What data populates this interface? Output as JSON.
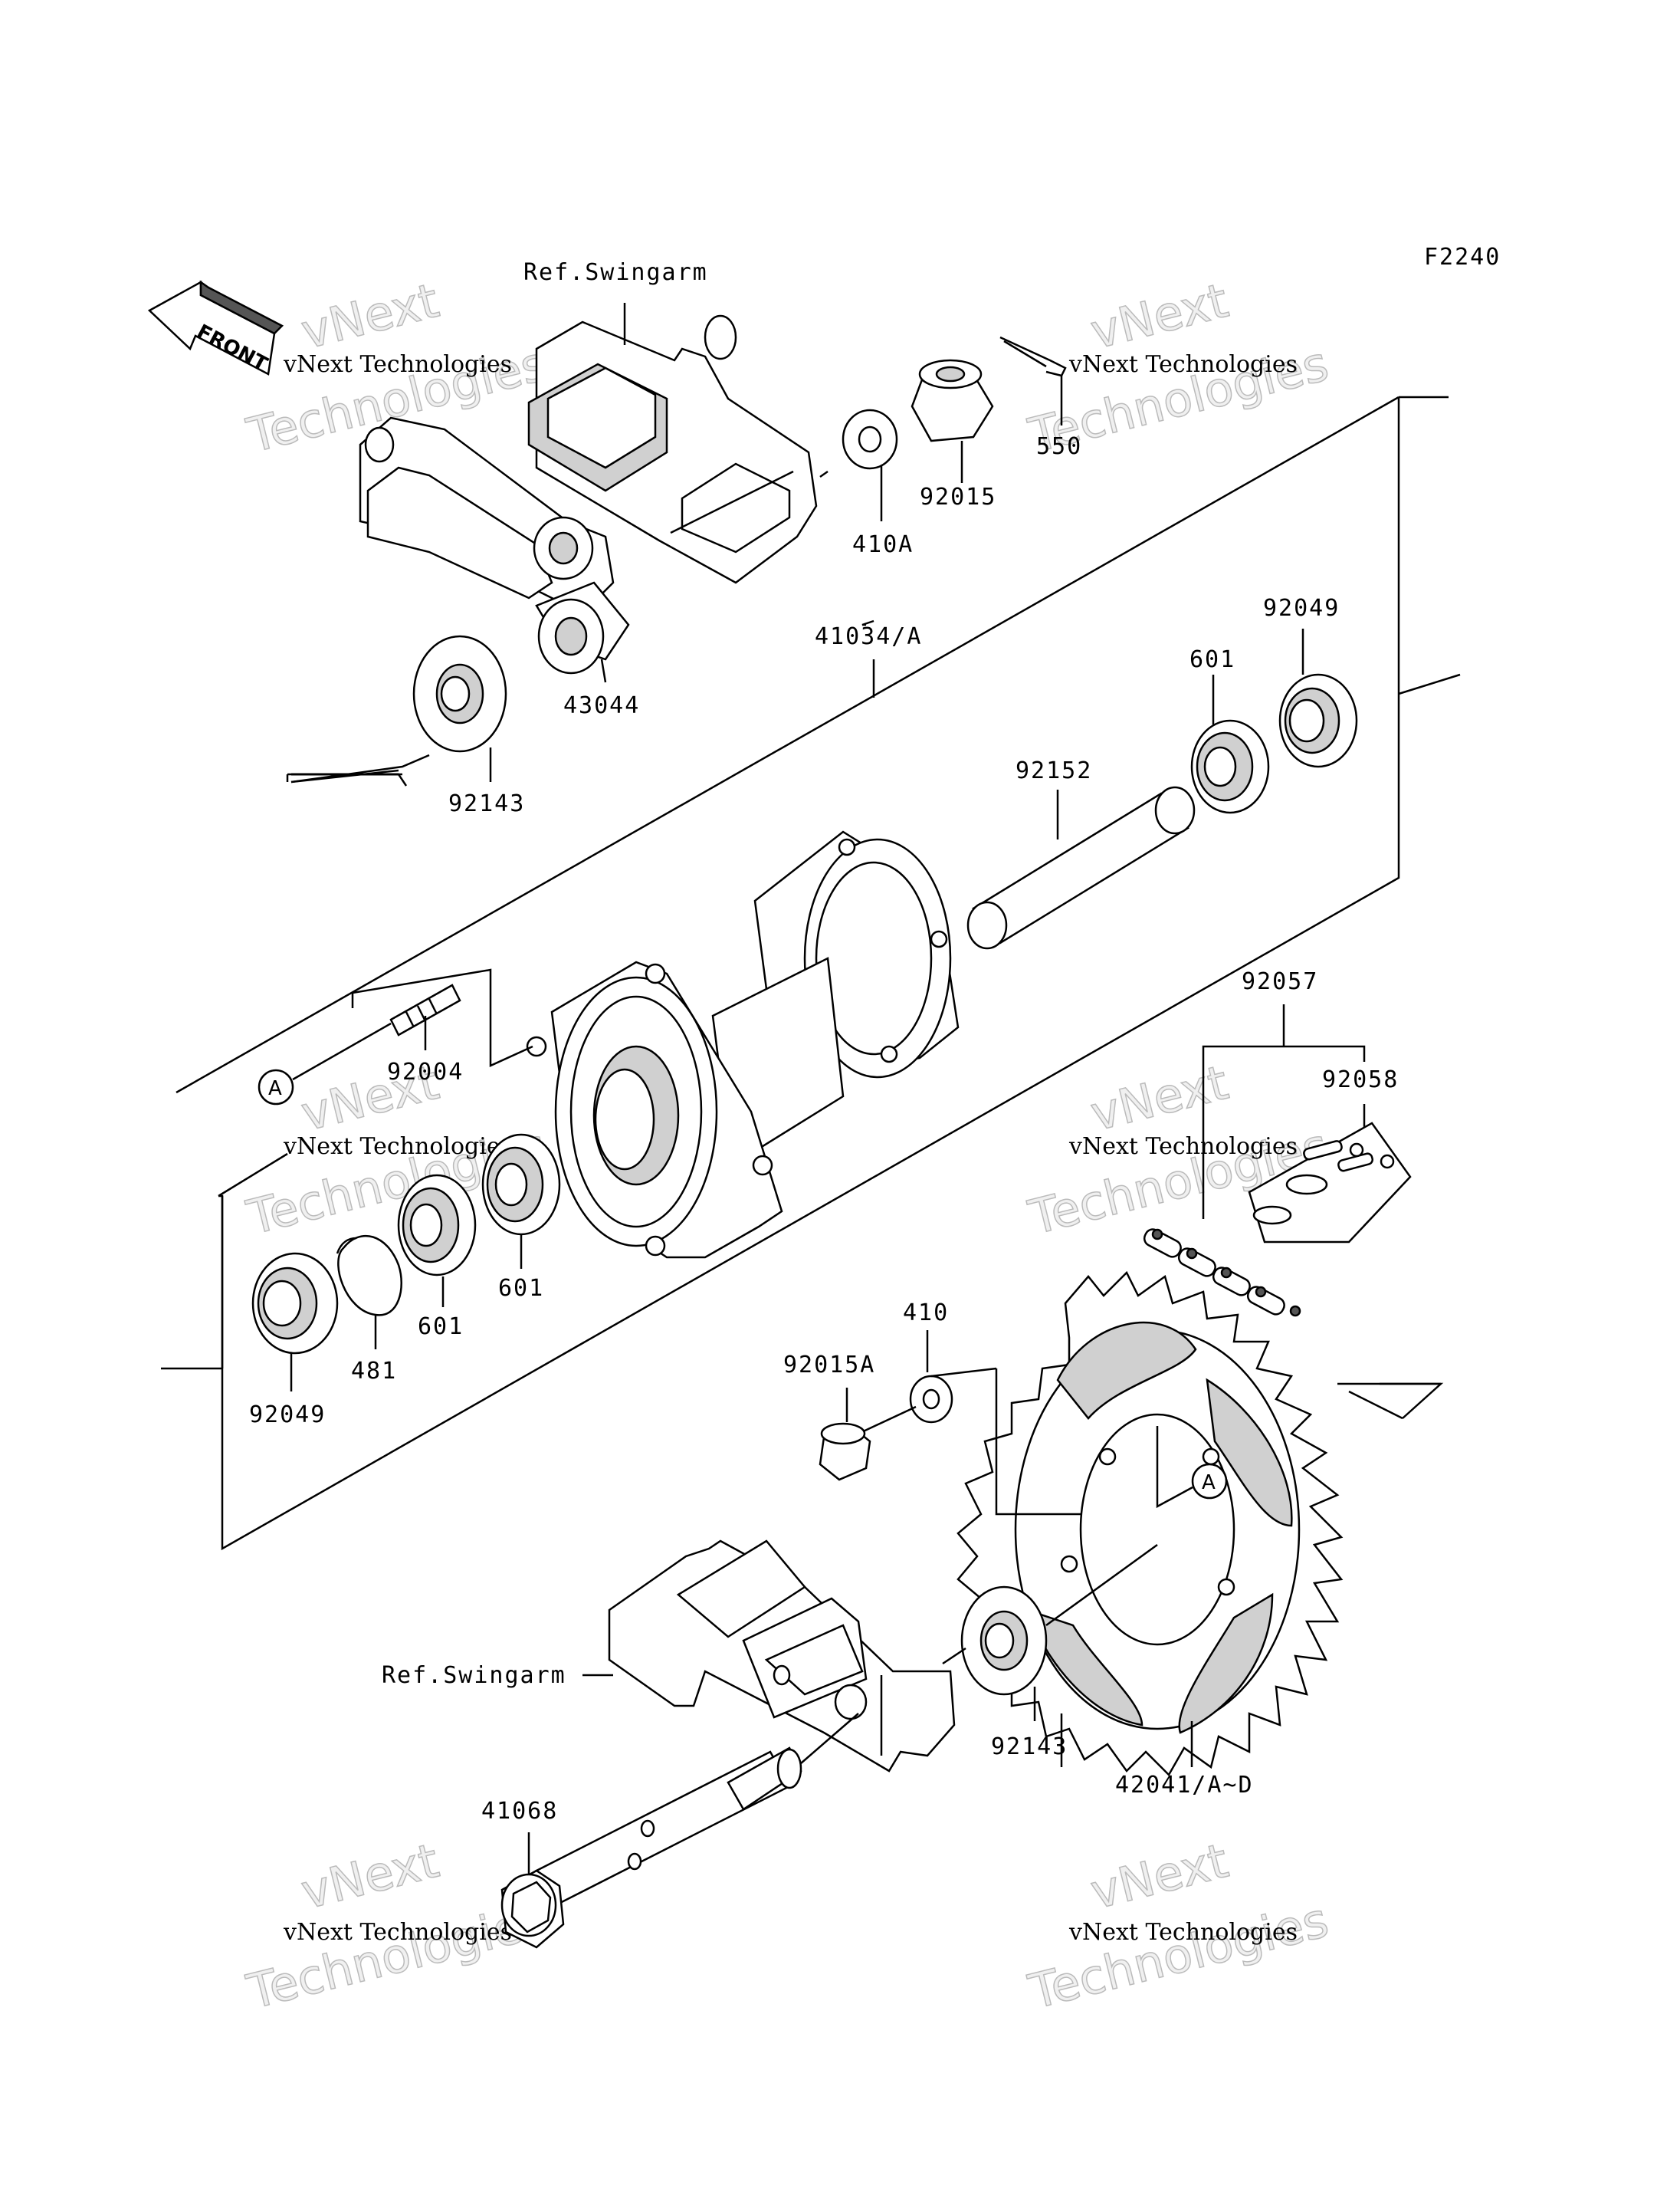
{
  "figure_code": "F2240",
  "direction_marker": "FRONT",
  "ref_labels": [
    "Ref.Swingarm",
    "Ref.Swingarm"
  ],
  "reference_marker": "A",
  "part_numbers": [
    "550",
    "92015",
    "410A",
    "43044",
    "92143",
    "41034/A",
    "92049",
    "601",
    "92152",
    "92057",
    "92058",
    "92004",
    "601",
    "601",
    "481",
    "92049",
    "410",
    "92015A",
    "92143",
    "42041/A~D",
    "41068"
  ],
  "watermark": {
    "line1": "vNext Technologies",
    "line2": "Technologies",
    "line3": "vNext"
  }
}
